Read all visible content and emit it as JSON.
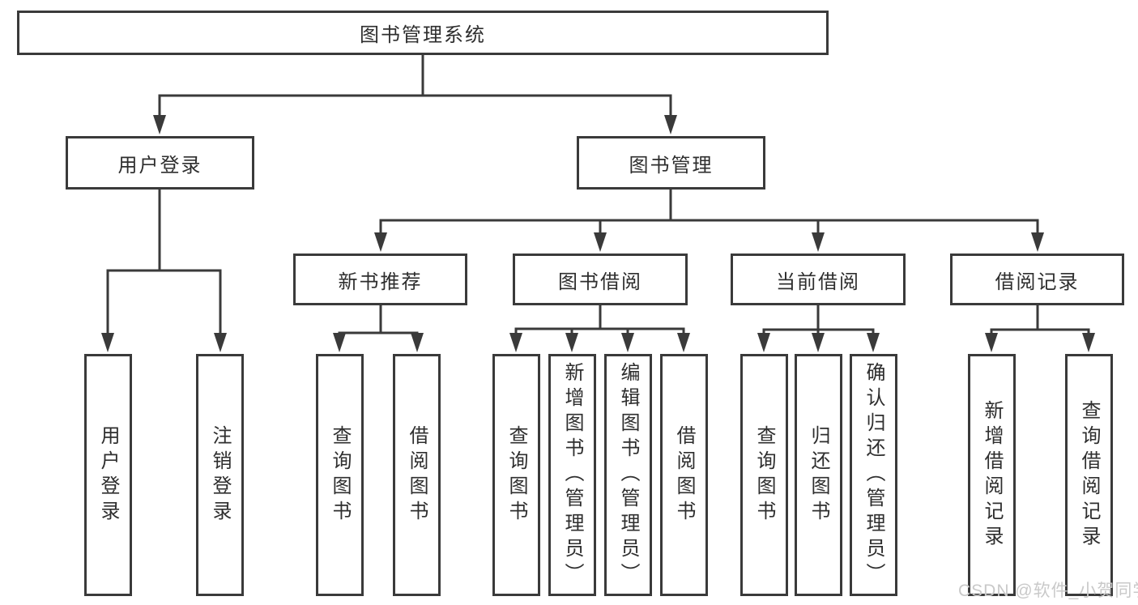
{
  "tree": {
    "root": "图书管理系统",
    "children": [
      {
        "label": "用户登录",
        "children": [
          {
            "label": "用户登录"
          },
          {
            "label": "注销登录"
          }
        ]
      },
      {
        "label": "图书管理",
        "children": [
          {
            "label": "新书推荐",
            "children": [
              {
                "label": "查询图书"
              },
              {
                "label": "借阅图书"
              }
            ]
          },
          {
            "label": "图书借阅",
            "children": [
              {
                "label": "查询图书"
              },
              {
                "label": "新增图书（管理员）"
              },
              {
                "label": "编辑图书（管理员）"
              },
              {
                "label": "借阅图书"
              }
            ]
          },
          {
            "label": "当前借阅",
            "children": [
              {
                "label": "查询图书"
              },
              {
                "label": "归还图书"
              },
              {
                "label": "确认归还（管理员）"
              }
            ]
          },
          {
            "label": "借阅记录",
            "children": [
              {
                "label": "新增借阅记录"
              },
              {
                "label": "查询借阅记录"
              }
            ]
          }
        ]
      }
    ]
  },
  "watermark": "CSDN @软件_小贺同学",
  "colors": {
    "line": "#3a3a3a",
    "text": "#2e2e2e",
    "background": "#ffffff",
    "watermark": "#c9c9c9"
  }
}
